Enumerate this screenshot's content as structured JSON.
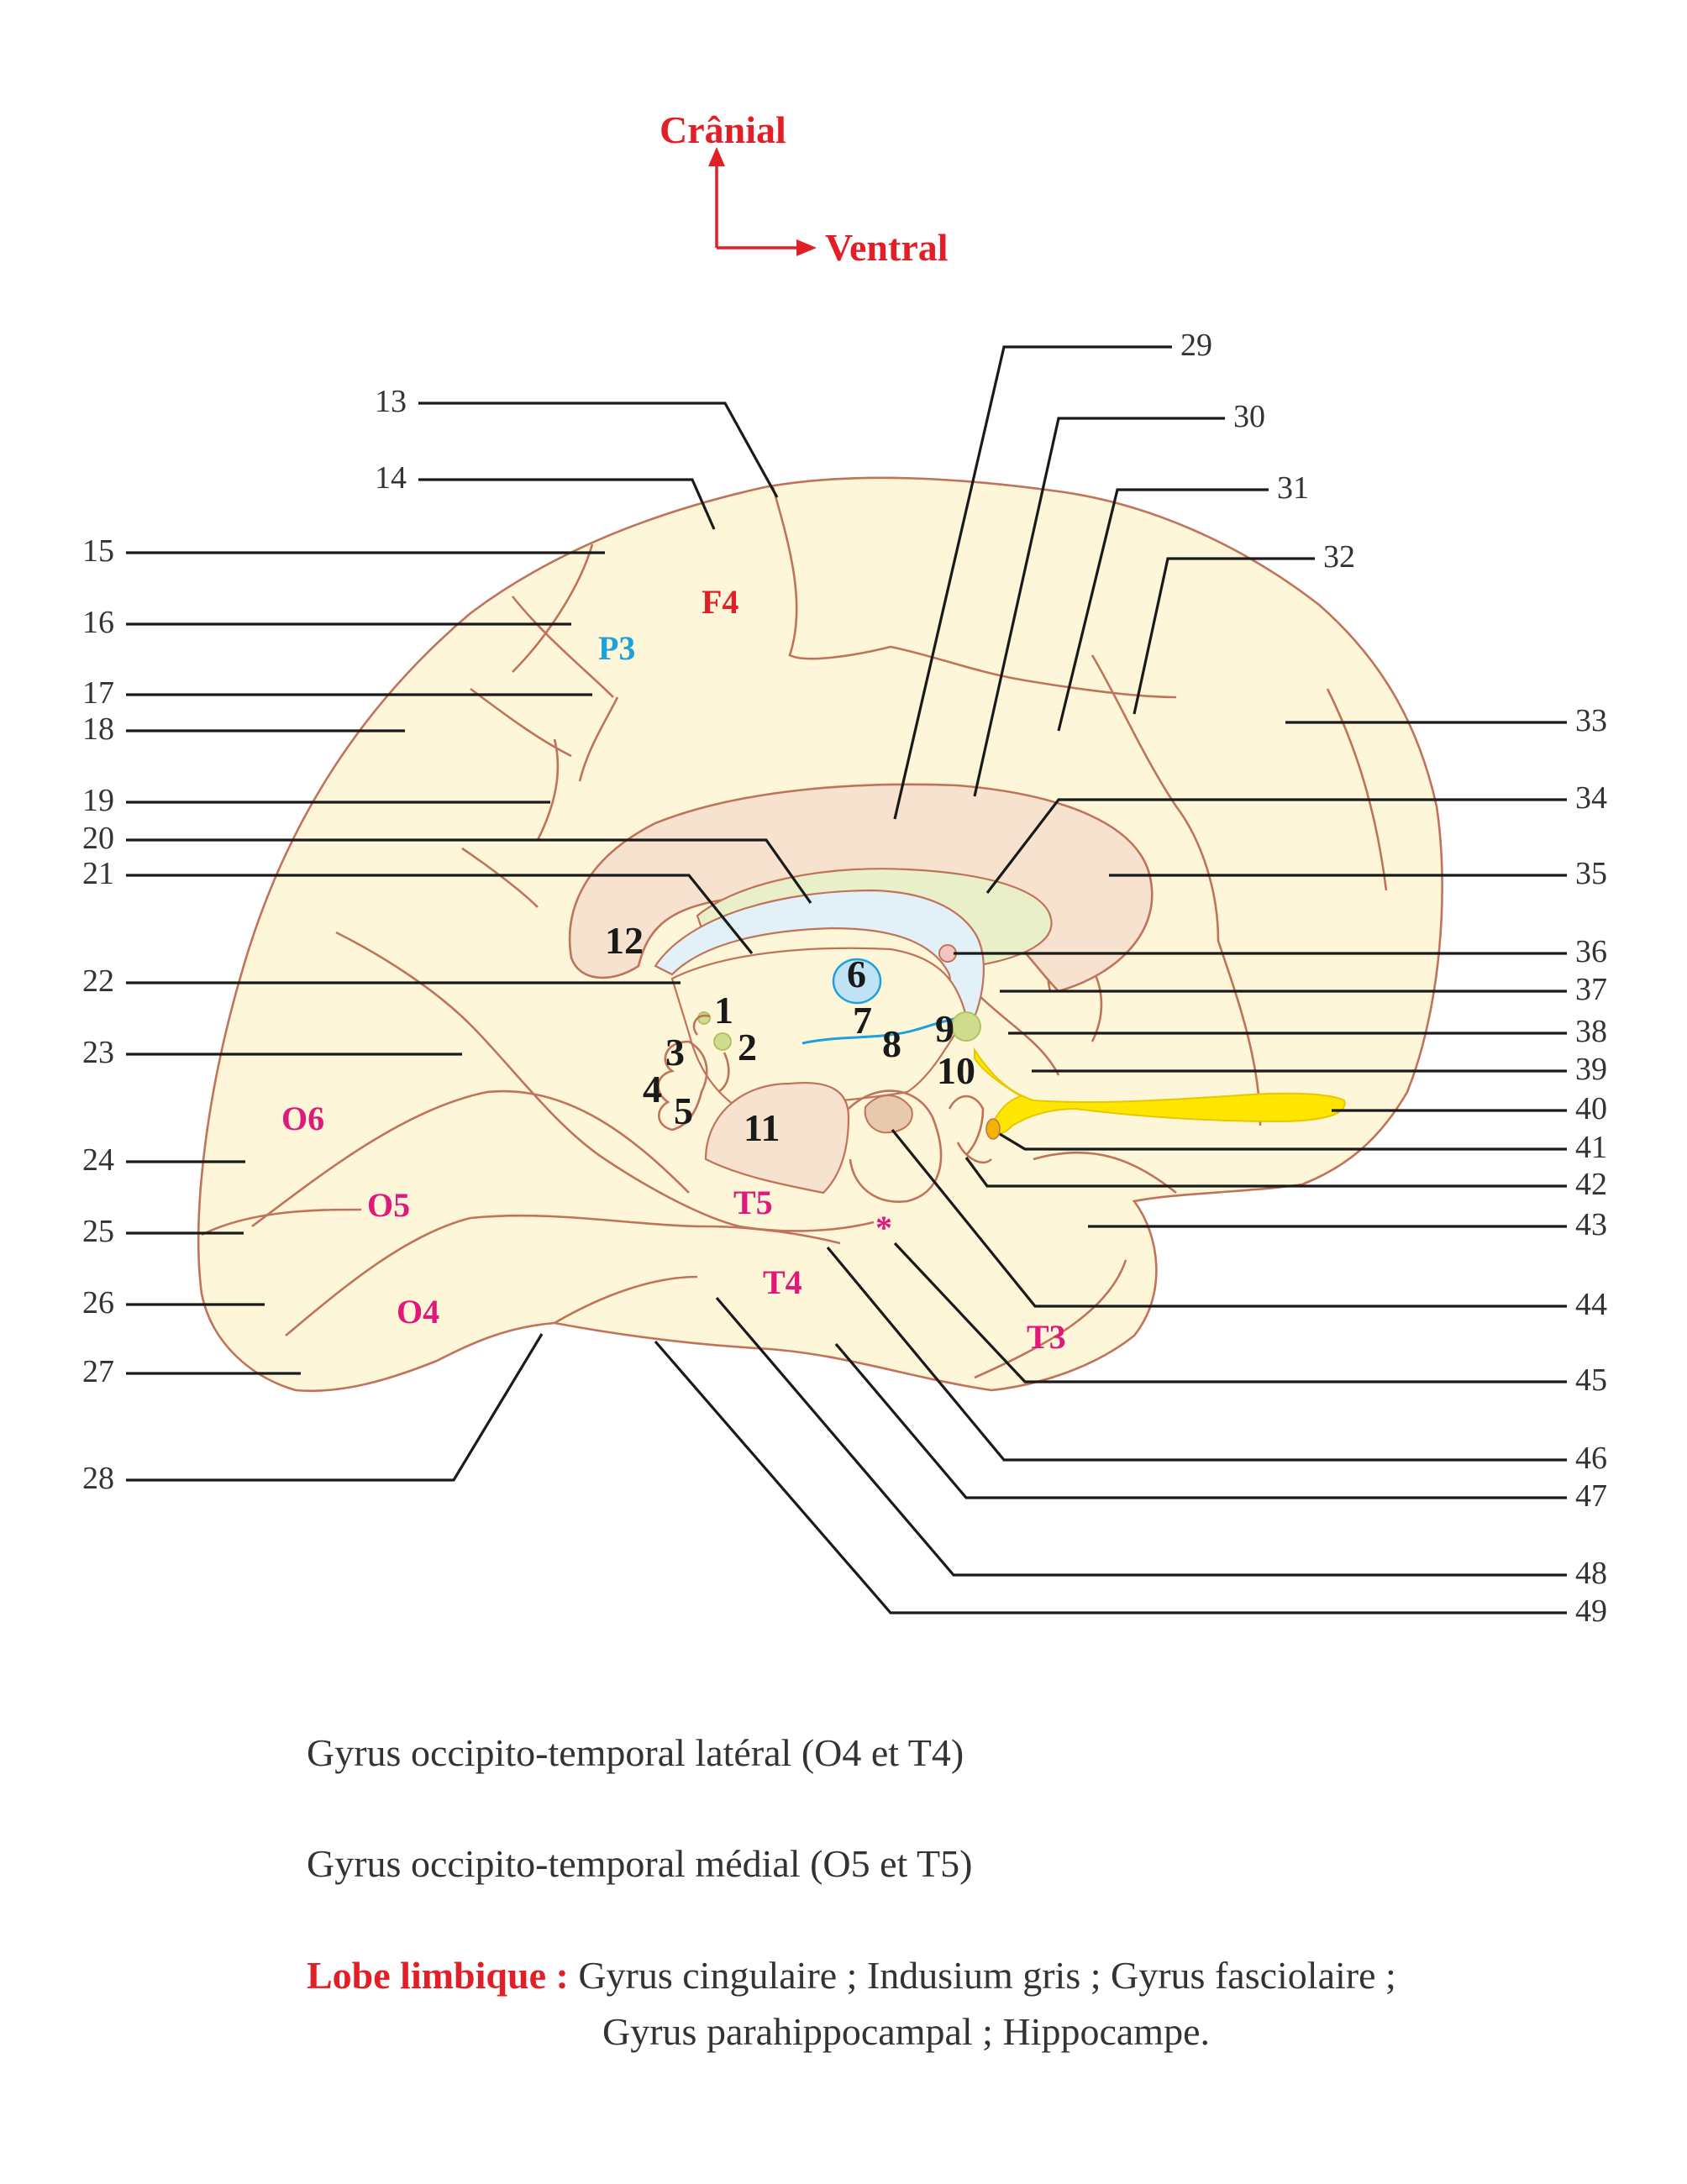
{
  "orientation": {
    "cranial": "Crânial",
    "ventral": "Ventral"
  },
  "leader_numbers": [
    "13",
    "14",
    "15",
    "16",
    "17",
    "18",
    "19",
    "20",
    "21",
    "22",
    "23",
    "24",
    "25",
    "26",
    "27",
    "28",
    "29",
    "30",
    "31",
    "32",
    "33",
    "34",
    "35",
    "36",
    "37",
    "38",
    "39",
    "40",
    "41",
    "42",
    "43",
    "44",
    "45",
    "46",
    "47",
    "48",
    "49"
  ],
  "inner_numbers": [
    "1",
    "2",
    "3",
    "4",
    "5",
    "6",
    "7",
    "8",
    "9",
    "10",
    "11",
    "12"
  ],
  "region_labels": {
    "P3": "P3",
    "F4": "F4",
    "O6": "O6",
    "O5": "O5",
    "O4": "O4",
    "T5": "T5",
    "T4": "T4",
    "T3": "T3",
    "star": "*"
  },
  "colors": {
    "cortex": "#fef6d8",
    "limbic": "#f6e2cf",
    "corpus_callosum": "#e2f0f8",
    "fornix": "#e9efc8",
    "nerve": "#ffe600",
    "accent_red": "#e21f26",
    "accent_blue": "#1ea0dc",
    "accent_magenta": "#e0187b"
  },
  "legend": {
    "line1": "Gyrus occipito-temporal latéral (O4 et T4)",
    "line2": "Gyrus occipito-temporal médial (O5 et T5)",
    "line3_label": "Lobe limbique :",
    "line3_text": " Gyrus cingulaire ; Indusium gris ; Gyrus fasciolaire ;",
    "line4_text": "Gyrus parahippocampal ; Hippocampe."
  }
}
